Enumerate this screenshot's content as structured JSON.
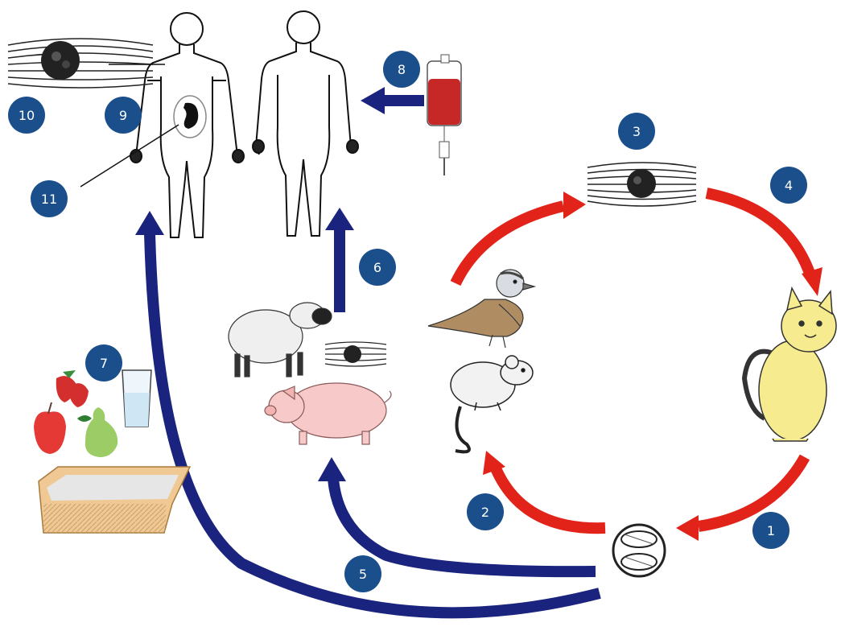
{
  "colors": {
    "badge": "#1b4f8c",
    "arrow_red": "#e2231a",
    "arrow_blue": "#1a237e",
    "blood": "#c62828"
  },
  "badges": [
    "10",
    "9",
    "11",
    "8",
    "3",
    "4",
    "6",
    "7",
    "2",
    "5",
    "1"
  ],
  "illustrations": [
    "human-figure",
    "human-figure",
    "tissue-cyst-icon",
    "kidney-icon",
    "iv-blood-bag-icon",
    "tissue-cyst-icon",
    "cat-icon",
    "bird-icon",
    "mouse-icon",
    "sheep-icon",
    "pig-icon",
    "tissue-cyst-icon",
    "strawberries-icon",
    "apple-icon",
    "pear-icon",
    "water-glass-icon",
    "litter-box-icon",
    "oocyst-icon"
  ]
}
